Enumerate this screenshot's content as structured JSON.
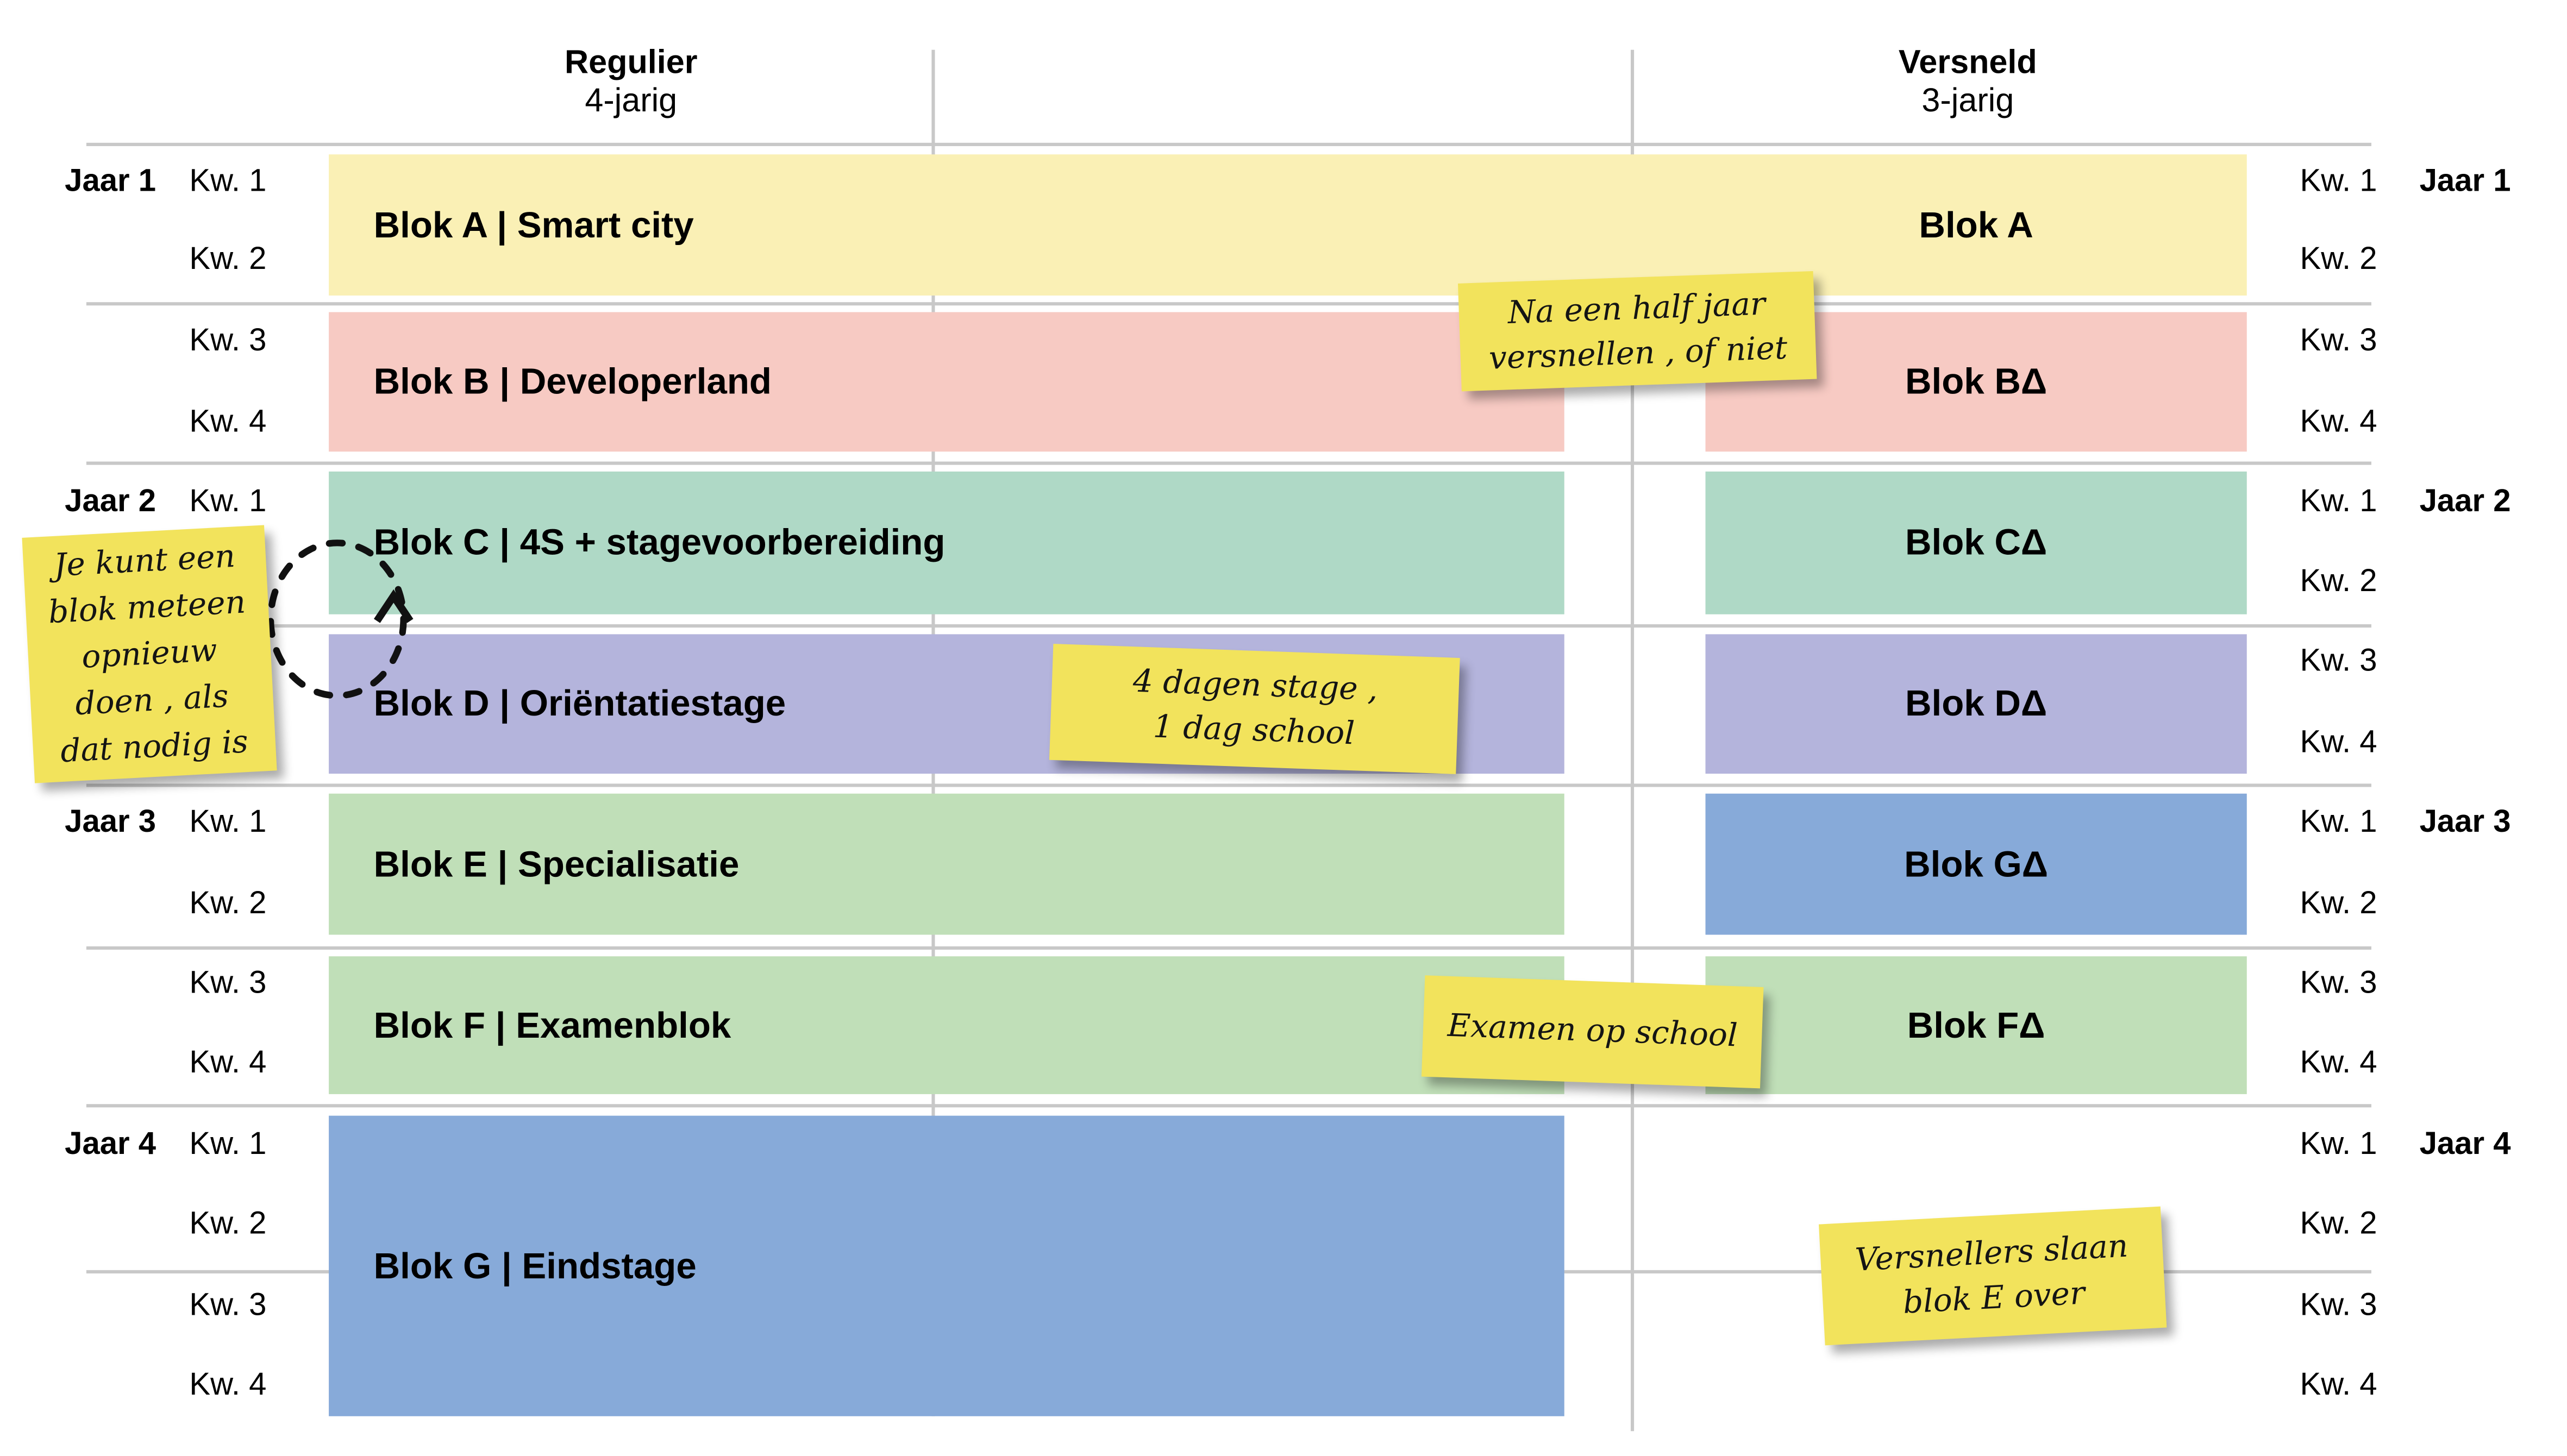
{
  "header": {
    "regulier_title": "Regulier",
    "regulier_sub": "4-jarig",
    "versneld_title": "Versneld",
    "versneld_sub": "3-jarig"
  },
  "axis": {
    "q1": "Kw. 1",
    "q2": "Kw. 2",
    "q3": "Kw. 3",
    "q4": "Kw. 4",
    "jaar1": "Jaar 1",
    "jaar2": "Jaar 2",
    "jaar3": "Jaar 3",
    "jaar4": "Jaar 4"
  },
  "blocks": {
    "a_left": "Blok A | Smart city",
    "a_right": "Blok A",
    "b_left": "Blok B | Developerland",
    "b_right": "Blok BΔ",
    "c_left": "Blok C | 4S + stagevoorbereiding",
    "c_right": "Blok CΔ",
    "d_left": "Blok D | Oriëntatiestage",
    "d_right": "Blok DΔ",
    "e_left": "Blok E | Specialisatie",
    "g_right": "Blok GΔ",
    "f_left": "Blok F | Examenblok",
    "f_right": "Blok FΔ",
    "g_left": "Blok G | Eindstage"
  },
  "notes": {
    "halfjaar": {
      "line1": "Na een half jaar",
      "line2": "versnellen , of niet"
    },
    "opnieuw": {
      "line1": "Je kunt een",
      "line2": "blok meteen",
      "line3": "opnieuw",
      "line4": "doen , als",
      "line5": "dat nodig is"
    },
    "stage": {
      "line1": "4 dagen stage ,",
      "line2": "1 dag school"
    },
    "examen": {
      "line1": "Examen op school"
    },
    "versnellers": {
      "line1": "Versnellers slaan",
      "line2": "blok E over"
    }
  },
  "colors": {
    "yellow": "#faf0b5",
    "pink": "#f7cac3",
    "teal": "#afd9c6",
    "purple": "#b4b4dc",
    "green": "#c0dfb8",
    "blue": "#87aad9",
    "note": "#f2e35c",
    "line": "#c8c8c8"
  }
}
